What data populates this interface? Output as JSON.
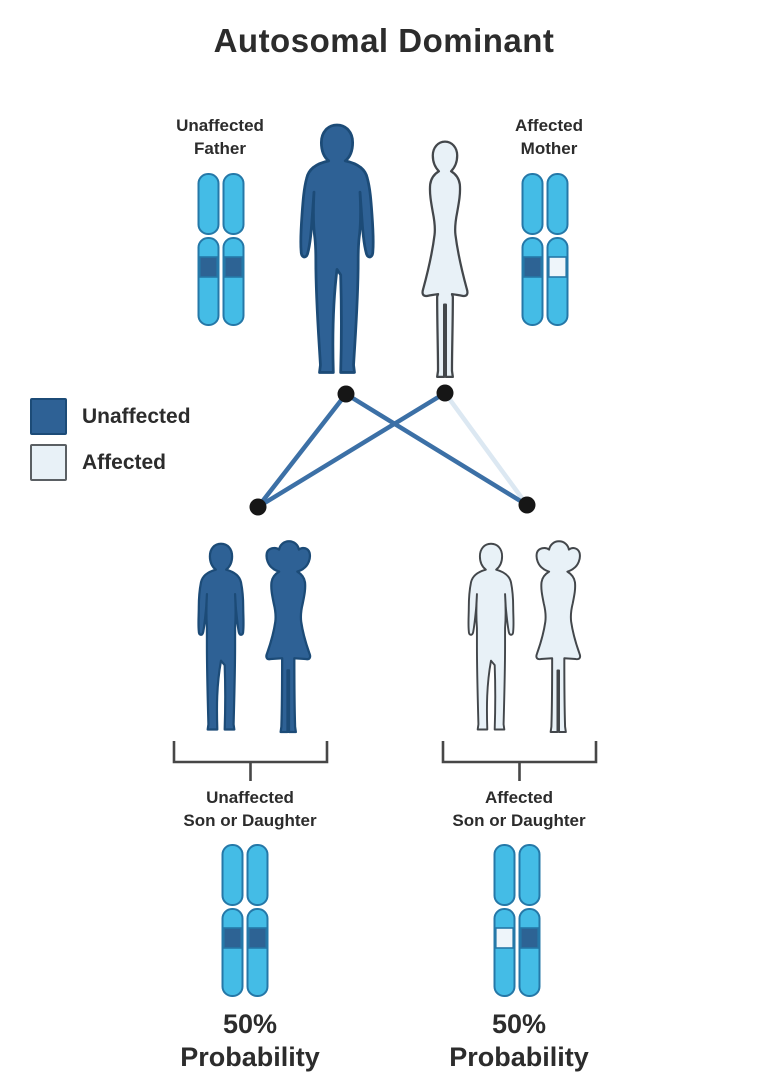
{
  "title": "Autosomal Dominant",
  "colors": {
    "text-color": "#2c2c2c",
    "unaffected-fill": "#2e6195",
    "unaffected-outline": "#1c4b77",
    "affected-fill": "#e8f1f7",
    "affected-outline": "#43474b",
    "chromatid-fill": "#44bce6",
    "chromatid-outline": "#2578a8",
    "line-strong": "#3c70a6",
    "line-light": "#dce8f2",
    "dot-color": "#161616",
    "bracket-color": "#474747"
  },
  "band_colors": {
    "dark": "#2d6394",
    "light": "#eef5fa"
  },
  "parents": {
    "father": {
      "label_line1": "Unaffected",
      "label_line2": "Father",
      "status": "unaffected"
    },
    "mother": {
      "label_line1": "Affected",
      "label_line2": "Mother",
      "status": "affected"
    }
  },
  "chromosomes": {
    "father": {
      "left_band": "#2d6394",
      "right_band": "#2d6394"
    },
    "mother": {
      "left_band": "#2d6394",
      "right_band": "#eef5fa"
    },
    "child_unaffected": {
      "left_band": "#2d6394",
      "right_band": "#2d6394"
    },
    "child_affected": {
      "left_band": "#eef5fa",
      "right_band": "#2d6394"
    }
  },
  "legend": {
    "items": [
      {
        "label": "Unaffected",
        "color": "#2e6195"
      },
      {
        "label": "Affected",
        "color": "#e8f1f7"
      }
    ]
  },
  "children": {
    "unaffected": {
      "label_line1": "Unaffected",
      "label_line2": "Son or Daughter",
      "probability_line1": "50%",
      "probability_line2": "Probability"
    },
    "affected": {
      "label_line1": "Affected",
      "label_line2": "Son or Daughter",
      "probability_line1": "50%",
      "probability_line2": "Probability"
    }
  }
}
